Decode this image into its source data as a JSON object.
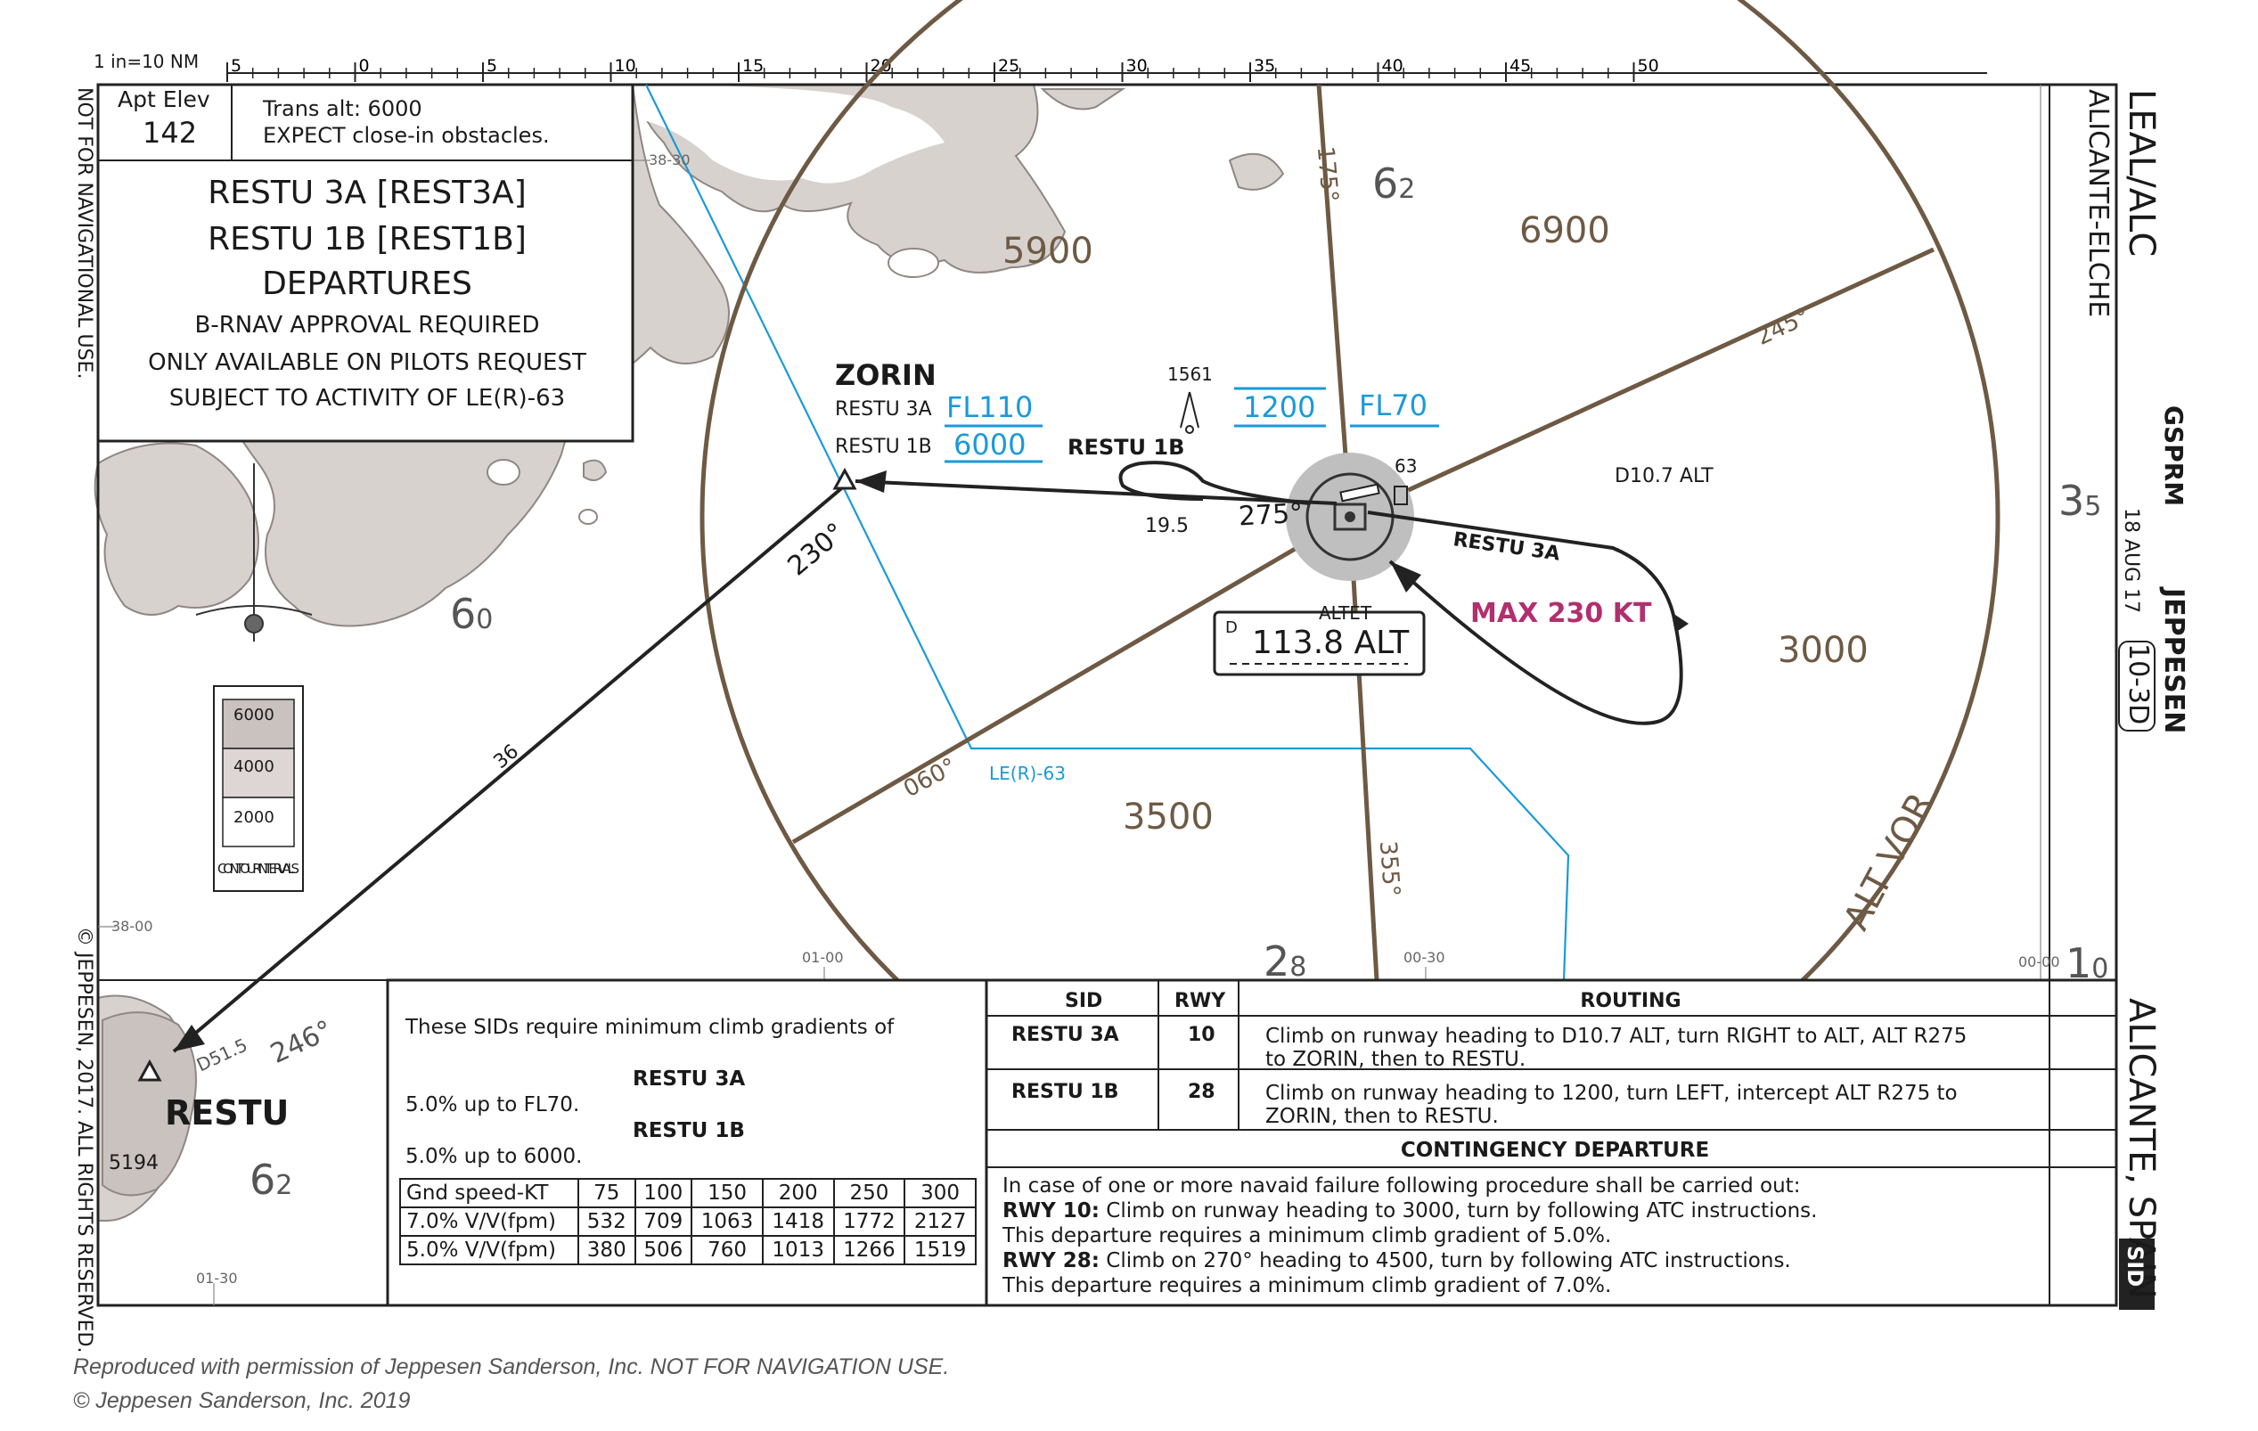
{
  "scale": {
    "label": "1 in=10 NM",
    "ticks": [
      "5",
      "0",
      "5",
      "10",
      "15",
      "20",
      "25",
      "30",
      "35",
      "40",
      "45",
      "50"
    ]
  },
  "airport": {
    "elev_label": "Apt Elev",
    "elev": "142",
    "trans_alt": "Trans alt: 6000",
    "notice": "EXPECT close-in obstacles."
  },
  "title": {
    "line1": "RESTU 3A [REST3A]",
    "line2": "RESTU 1B [REST1B]",
    "line3": "DEPARTURES",
    "line4": "B-RNAV APPROVAL REQUIRED",
    "line5": "ONLY AVAILABLE ON PILOTS REQUEST",
    "line6": "SUBJECT TO ACTIVITY OF LE(R)-63"
  },
  "side_left": {
    "nav_warning": "NOT FOR NAVIGATIONAL USE.",
    "copyright": "© JEPPESEN, 2017. ALL RIGHTS RESERVED."
  },
  "side_right": {
    "icao": "LEAL/ALC",
    "name": "ALICANTE-ELCHE",
    "gsprm": "GSPRM",
    "date": "18 AUG 17",
    "brand": "JEPPESEN",
    "chart_no": "10-3D",
    "city": "ALICANTE, SPAIN",
    "chart_type": "SID"
  },
  "map": {
    "grid": {
      "lat_top": "38-30",
      "lat_bottom": "38-00",
      "lon_1": "01-00",
      "lon_2": "00-30",
      "lon_3": "00-00",
      "lon_4": "01-30"
    },
    "mora": [
      {
        "big": "6",
        "small": "2"
      },
      {
        "big": "6",
        "small": "0"
      },
      {
        "big": "3",
        "small": "5"
      },
      {
        "big": "2",
        "small": "8"
      },
      {
        "big": "1",
        "small": "0"
      },
      {
        "big": "6",
        "small": "2"
      }
    ],
    "sector_altitudes": [
      "5900",
      "6900",
      "3000",
      "3500"
    ],
    "radials": [
      "175°",
      "245°",
      "060°",
      "355°"
    ],
    "zorin": {
      "name": "ZORIN",
      "r3a_label": "RESTU 3A",
      "r3a_alt": "FL110",
      "r1b_label": "RESTU 1B",
      "r1b_alt": "6000"
    },
    "restu_1b_label": "RESTU 1B",
    "restu_3a_label": "RESTU 3A",
    "alt_1200": "1200",
    "fl70": "FL70",
    "obstacle_elev": "1561",
    "obstacle_63": "63",
    "course_275": "275°",
    "dist_19_5": "19.5",
    "d10_7": "D10.7 ALT",
    "max_speed": "MAX 230 KT",
    "course_230": "230°",
    "course_246": "246°",
    "dist_36": "36",
    "d51_5": "D51.5",
    "restu": {
      "name": "RESTU",
      "elev": "5194"
    },
    "vor": {
      "label": "ALTET",
      "freq": "113.8 ALT",
      "d": "D"
    },
    "restricted": "LE(R)-63",
    "alt_vor_label": "ALT VOR",
    "contour_label": "CONTOUR INTERVALS",
    "contours": [
      "6000",
      "4000",
      "2000"
    ]
  },
  "gradients": {
    "intro": "These SIDs require minimum climb gradients of",
    "sid1_name": "RESTU 3A",
    "sid1_req": "5.0% up to FL70.",
    "sid2_name": "RESTU 1B",
    "sid2_req": "5.0% up to 6000.",
    "header": [
      "Gnd speed-KT",
      "75",
      "100",
      "150",
      "200",
      "250",
      "300"
    ],
    "rows": [
      [
        "7.0% V/V(fpm)",
        "532",
        "709",
        "1063",
        "1418",
        "1772",
        "2127"
      ],
      [
        "5.0% V/V(fpm)",
        "380",
        "506",
        "760",
        "1013",
        "1266",
        "1519"
      ]
    ]
  },
  "routing": {
    "headers": [
      "SID",
      "RWY",
      "ROUTING"
    ],
    "rows": [
      {
        "sid": "RESTU 3A",
        "rwy": "10",
        "line1": "Climb on runway heading to D10.7 ALT, turn RIGHT to ALT, ALT R275",
        "line2": "to ZORIN, then to RESTU."
      },
      {
        "sid": "RESTU 1B",
        "rwy": "28",
        "line1": "Climb on runway heading to 1200, turn LEFT, intercept ALT R275 to",
        "line2": "ZORIN, then to RESTU."
      }
    ],
    "contingency_title": "CONTINGENCY DEPARTURE",
    "contingency": [
      {
        "bold": "",
        "text": "In case of one or more navaid failure following procedure shall be carried out:"
      },
      {
        "bold": "RWY 10:",
        "text": " Climb on runway heading to 3000, turn by following ATC instructions."
      },
      {
        "bold": "",
        "text": "This departure requires a minimum climb gradient of 5.0%."
      },
      {
        "bold": "RWY 28:",
        "text": " Climb on 270° heading to 4500, turn by following ATC instructions."
      },
      {
        "bold": "",
        "text": "This departure requires a minimum climb gradient of 7.0%."
      }
    ]
  },
  "footer": {
    "line1": "Reproduced with permission of Jeppesen Sanderson, Inc. NOT FOR NAVIGATION USE.",
    "line2": "© Jeppesen Sanderson, Inc. 2019"
  },
  "colors": {
    "terrain": "#d8d2cf",
    "terrain_edge": "#8f8784",
    "msa": "#6e5a44",
    "blue": "#1a9ad8",
    "magenta": "#b0306e"
  }
}
